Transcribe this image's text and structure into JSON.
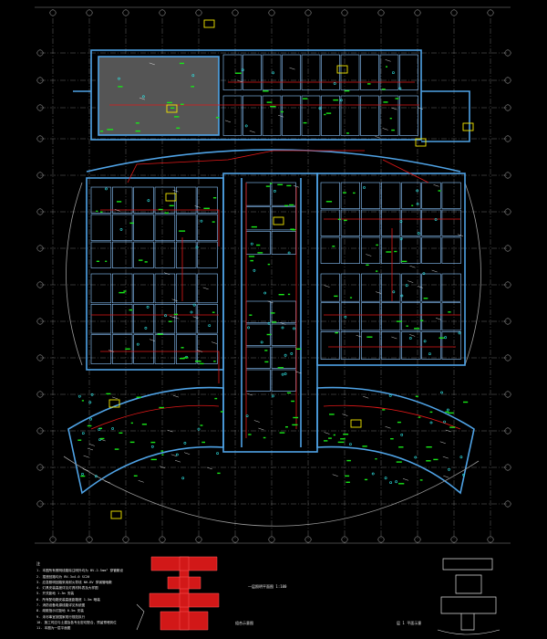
{
  "colors": {
    "background": "#000000",
    "wall": "#4fa3e6",
    "wall_light": "#8cc6ff",
    "grid": "#c8c8c8",
    "circuit": "#e01818",
    "device": "#18e618",
    "tag": "#f2e600",
    "keyplan_fill": "#d21818",
    "text": "#e8e8e8"
  },
  "notes": {
    "header": "注",
    "items": [
      "1. 本图所有照明线路除注明外均为 BV-2.5mm² 穿管敷设",
      "2. 插座回路均为 BV-3x4.0 SC20",
      "3. 应急照明回路采用耐火导线 NH-BV 穿钢管暗敷",
      "4. 灯具安装高度详见灯具材料表及大样图",
      "5. 开关距地 1.3m 安装",
      "6. 所有配电箱安装高度距箱底 1.5m 暗装",
      "7. 消防设备电源线路详见系统图",
      "8. 疏散指示灯距地 0.5m 安装",
      "9. 未尽事宜按国家现行规范执行",
      "10. 施工时应与土建及各专业密切配合，预留预埋到位",
      "11. 本图为一层平面图"
    ]
  },
  "titles": {
    "main": "一层照明平面图 1:100",
    "key_left": "组合示意图",
    "key_right": "层 1 平面示意"
  },
  "icons": {
    "notes_marker": "note-icon"
  }
}
